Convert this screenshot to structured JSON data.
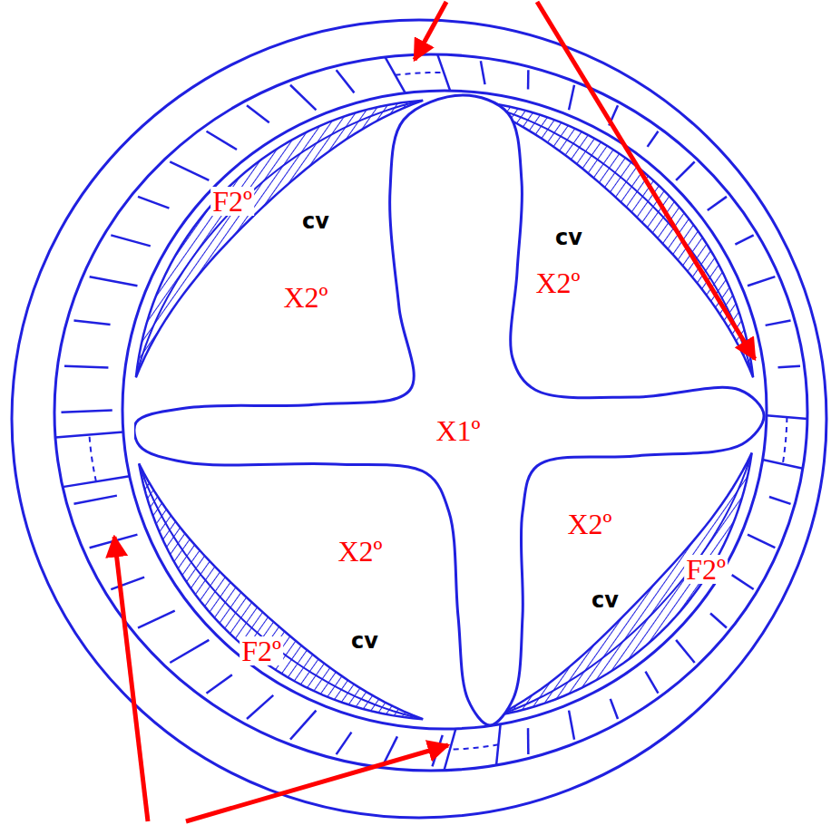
{
  "diagram": {
    "nodes": [
      {
        "text": [
          "X1º"
        ]
      }
    ],
    "labels": [
      "F2º",
      "cv",
      "cv",
      "X2º",
      "X2º",
      "X2º",
      "cv",
      "F2º",
      "X2º",
      "F2º",
      "cv"
    ]
  }
}
